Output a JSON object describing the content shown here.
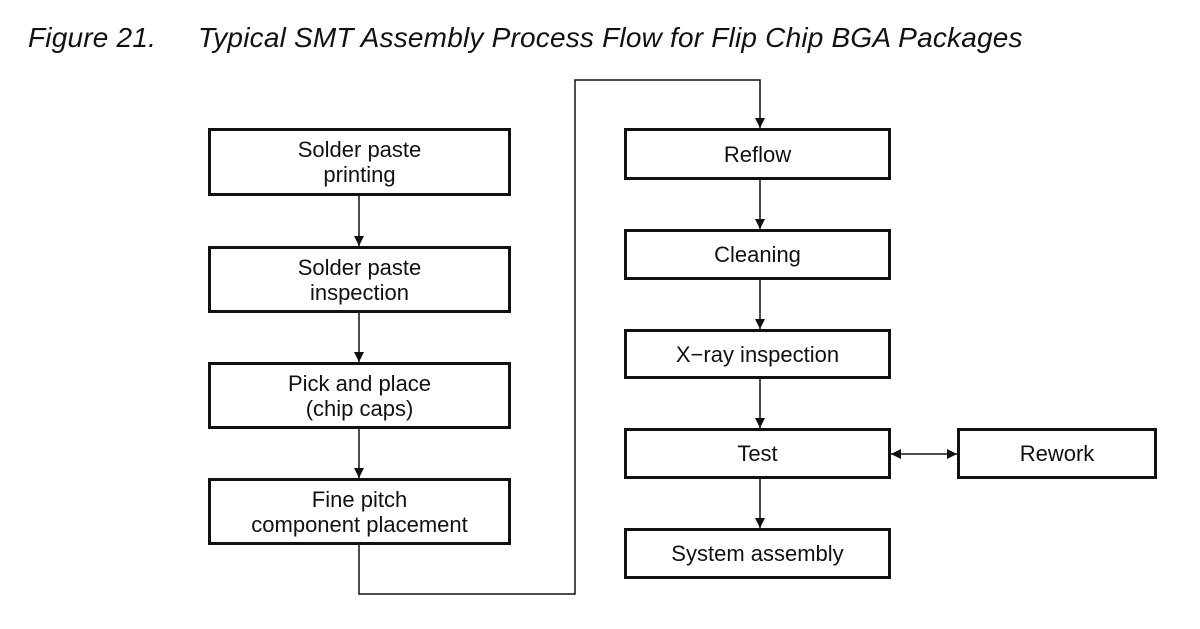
{
  "figure": {
    "number": "Figure 21.",
    "title": "Typical SMT Assembly Process Flow for Flip Chip BGA Packages"
  },
  "steps": {
    "solder_paste_printing": [
      "Solder paste",
      "printing"
    ],
    "solder_paste_inspection": [
      "Solder paste",
      "inspection"
    ],
    "pick_and_place": [
      "Pick and place",
      "(chip caps)"
    ],
    "fine_pitch": [
      "Fine pitch",
      "component placement"
    ],
    "reflow": "Reflow",
    "cleaning": "Cleaning",
    "xray": "X−ray inspection",
    "test": "Test",
    "rework": "Rework",
    "system_assembly": "System assembly"
  }
}
